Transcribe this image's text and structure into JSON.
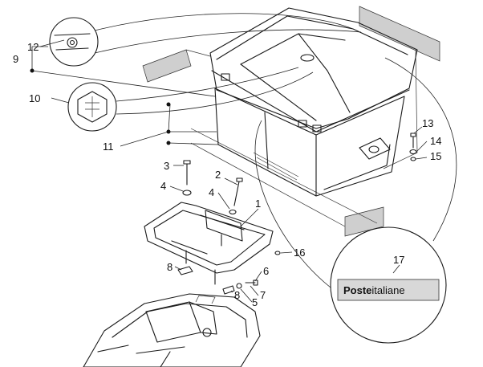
{
  "callouts": [
    {
      "id": "c1",
      "text": "1"
    },
    {
      "id": "c2",
      "text": "2"
    },
    {
      "id": "c3",
      "text": "3"
    },
    {
      "id": "c4a",
      "text": "4"
    },
    {
      "id": "c4b",
      "text": "4"
    },
    {
      "id": "c5",
      "text": "5"
    },
    {
      "id": "c6",
      "text": "6"
    },
    {
      "id": "c7",
      "text": "7"
    },
    {
      "id": "c8a",
      "text": "8"
    },
    {
      "id": "c8b",
      "text": "8"
    },
    {
      "id": "c9",
      "text": "9"
    },
    {
      "id": "c10",
      "text": "10"
    },
    {
      "id": "c11",
      "text": "11"
    },
    {
      "id": "c12",
      "text": "12"
    },
    {
      "id": "c13",
      "text": "13"
    },
    {
      "id": "c14",
      "text": "14"
    },
    {
      "id": "c15",
      "text": "15"
    },
    {
      "id": "c16",
      "text": "16"
    },
    {
      "id": "c17",
      "text": "17"
    }
  ],
  "label": {
    "bold": "Poste",
    "regular": "italiane"
  }
}
